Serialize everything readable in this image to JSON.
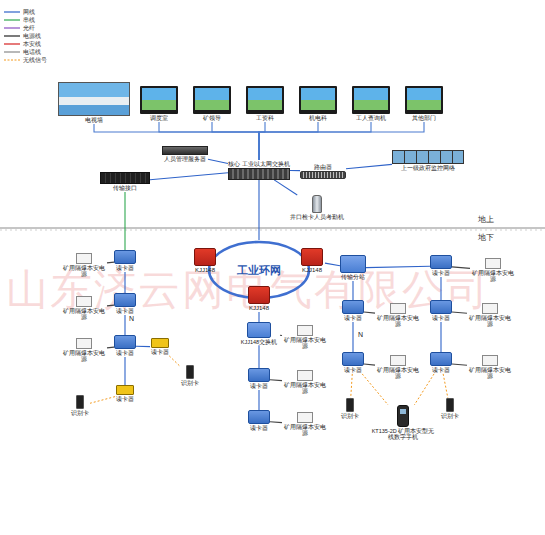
{
  "diagram": {
    "nodes": [
      {
        "text": [
          "电视墙"
        ]
      },
      {
        "text": [
          "调度室"
        ]
      },
      {
        "text": [
          "矿领导"
        ]
      },
      {
        "text": [
          "工资科"
        ]
      },
      {
        "text": [
          "机电科"
        ]
      },
      {
        "text": [
          "工人查询机"
        ]
      },
      {
        "text": [
          "其他部门"
        ]
      },
      {
        "text": [
          "人员管理服务器"
        ]
      },
      {
        "text": [
          "传输接口"
        ]
      },
      {
        "text": [
          "核心 工业以太网交换机"
        ]
      },
      {
        "text": [
          "路由器"
        ]
      },
      {
        "text": [
          "井口检卡人员考勤机"
        ]
      },
      {
        "text": [
          "上一级政府监控网络"
        ]
      },
      {
        "text": [
          "工业环网"
        ]
      },
      {
        "text": [
          "KJJ148"
        ]
      },
      {
        "text": [
          "KJJ148"
        ]
      },
      {
        "text": [
          "KJJ148"
        ]
      },
      {
        "text": [
          "矿用隔爆本安电源"
        ]
      },
      {
        "text": [
          "读卡器"
        ]
      },
      {
        "text": [
          "矿用隔爆本安电源"
        ]
      },
      {
        "text": [
          "读卡器"
        ]
      },
      {
        "text": [
          "矿用隔爆本安电源"
        ]
      },
      {
        "text": [
          "读卡器"
        ]
      },
      {
        "text": [
          "读卡器"
        ]
      },
      {
        "text": [
          "读卡器"
        ]
      },
      {
        "text": [
          "识别卡"
        ]
      },
      {
        "text": [
          "识别卡"
        ]
      },
      {
        "text": [
          "KJJ148交换机"
        ]
      },
      {
        "text": [
          "矿用隔爆本安电源"
        ]
      },
      {
        "text": [
          "读卡器"
        ]
      },
      {
        "text": [
          "矿用隔爆本安电源"
        ]
      },
      {
        "text": [
          "读卡器"
        ]
      },
      {
        "text": [
          "矿用隔爆本安电源"
        ]
      },
      {
        "text": [
          "传输分站"
        ]
      },
      {
        "text": [
          "读卡器"
        ]
      },
      {
        "text": [
          "矿用隔爆本安电源"
        ]
      },
      {
        "text": [
          "读卡器"
        ]
      },
      {
        "text": [
          "矿用隔爆本安电源"
        ]
      },
      {
        "text": [
          "读卡器"
        ]
      },
      {
        "text": [
          "矿用隔爆本安电源"
        ]
      },
      {
        "text": [
          "读卡器"
        ]
      },
      {
        "text": [
          "矿用隔爆本安电源"
        ]
      },
      {
        "text": [
          "读卡器"
        ]
      },
      {
        "text": [
          "矿用隔爆本安电源"
        ]
      },
      {
        "text": [
          "识别卡"
        ]
      },
      {
        "text": [
          "识别卡"
        ]
      },
      {
        "text": [
          "KT135-2D 矿用本安型无线数字手机"
        ]
      }
    ],
    "edges": [
      {
        "from": 0,
        "to": 9,
        "arrow": "none"
      },
      {
        "from": 1,
        "to": 9,
        "arrow": "none"
      },
      {
        "from": 2,
        "to": 9,
        "arrow": "none"
      },
      {
        "from": 3,
        "to": 9,
        "arrow": "none"
      },
      {
        "from": 4,
        "to": 9,
        "arrow": "none"
      },
      {
        "from": 5,
        "to": 9,
        "arrow": "none"
      },
      {
        "from": 6,
        "to": 9,
        "arrow": "none"
      },
      {
        "from": 7,
        "to": 9,
        "arrow": "none"
      },
      {
        "from": 8,
        "to": 9,
        "arrow": "none"
      },
      {
        "from": 9,
        "to": 10,
        "arrow": "none"
      },
      {
        "from": 10,
        "to": 12,
        "arrow": "none"
      },
      {
        "from": 9,
        "to": 11,
        "arrow": "none"
      },
      {
        "from": 9,
        "to": 13,
        "arrow": "none"
      },
      {
        "from": 8,
        "to": 18,
        "arrow": "none"
      },
      {
        "from": 17,
        "to": 18,
        "arrow": "none"
      },
      {
        "from": 18,
        "to": 20,
        "arrow": "none"
      },
      {
        "from": 19,
        "to": 20,
        "arrow": "none"
      },
      {
        "from": 20,
        "to": 22,
        "arrow": "none"
      },
      {
        "from": 21,
        "to": 22,
        "arrow": "none"
      },
      {
        "from": 22,
        "to": 23,
        "arrow": "none"
      },
      {
        "from": 22,
        "to": 24,
        "arrow": "none"
      },
      {
        "from": 24,
        "to": 25,
        "arrow": "none"
      },
      {
        "from": 23,
        "to": 26,
        "arrow": "none"
      },
      {
        "from": 16,
        "to": 27,
        "arrow": "none"
      },
      {
        "from": 27,
        "to": 28,
        "arrow": "none"
      },
      {
        "from": 27,
        "to": 29,
        "arrow": "none"
      },
      {
        "from": 29,
        "to": 30,
        "arrow": "none"
      },
      {
        "from": 29,
        "to": 31,
        "arrow": "none"
      },
      {
        "from": 31,
        "to": 32,
        "arrow": "none"
      },
      {
        "from": 15,
        "to": 33,
        "arrow": "none"
      },
      {
        "from": 33,
        "to": 34,
        "arrow": "none"
      },
      {
        "from": 34,
        "to": 35,
        "arrow": "none"
      },
      {
        "from": 33,
        "to": 36,
        "arrow": "none"
      },
      {
        "from": 36,
        "to": 37,
        "arrow": "none"
      },
      {
        "from": 36,
        "to": 38,
        "arrow": "none"
      },
      {
        "from": 38,
        "to": 39,
        "arrow": "none"
      },
      {
        "from": 34,
        "to": 40,
        "arrow": "none"
      },
      {
        "from": 40,
        "to": 41,
        "arrow": "none"
      },
      {
        "from": 40,
        "to": 42,
        "arrow": "none"
      },
      {
        "from": 42,
        "to": 43,
        "arrow": "none"
      },
      {
        "from": 38,
        "to": 44,
        "arrow": "none"
      },
      {
        "from": 42,
        "to": 45,
        "arrow": "none"
      },
      {
        "from": 38,
        "to": 46,
        "arrow": "none"
      },
      {
        "from": 42,
        "to": 46,
        "arrow": "none"
      }
    ],
    "labels": [
      "地上",
      "地下",
      "N",
      "N",
      "山东济云网电气有限公司"
    ],
    "legend": [
      {
        "text": "网线"
      },
      {
        "text": "串线"
      },
      {
        "text": "光纤"
      },
      {
        "text": "电源线"
      },
      {
        "text": "本安线"
      },
      {
        "text": "电话线"
      },
      {
        "text": "无线信号"
      }
    ]
  }
}
